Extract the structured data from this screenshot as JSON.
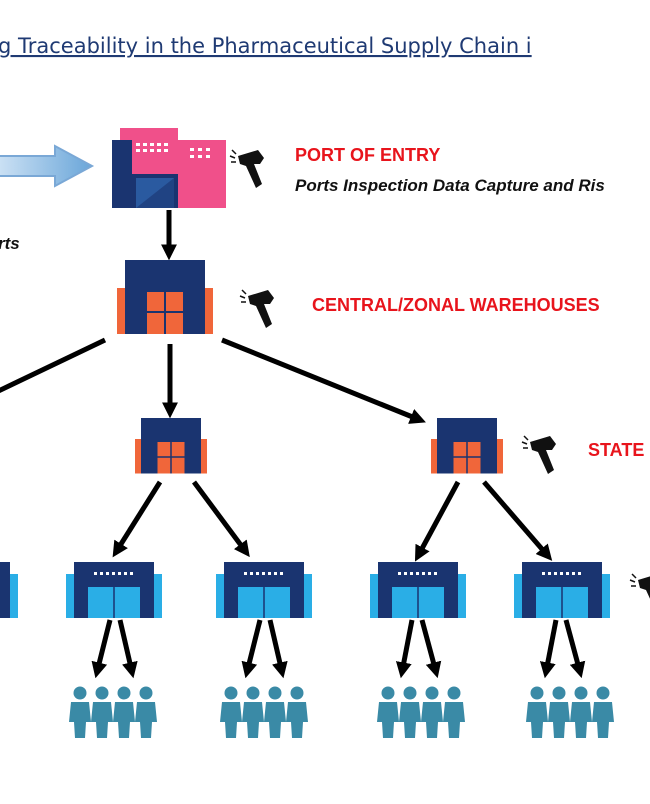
{
  "title": "g Traceability in the Pharmaceutical Supply Chain i",
  "left_fragment": "rts",
  "levels": {
    "port": {
      "label": "PORT OF ENTRY",
      "sublabel": "Ports Inspection Data Capture and Ris"
    },
    "central": {
      "label": "CENTRAL/ZONAL WAREHOUSES"
    },
    "state": {
      "label": "STATE"
    }
  },
  "icons": {
    "port_building": "port-building-icon",
    "warehouse": "warehouse-icon",
    "store": "store-icon",
    "scanner": "barcode-scanner-icon",
    "people": "people-group-icon",
    "import_arrow": "import-arrow"
  },
  "colors": {
    "title": "#1f3a73",
    "label_red": "#e8141c",
    "navy": "#1a3470",
    "orange": "#f0663a",
    "pink": "#f0508a",
    "cyan": "#2aaee6",
    "teal_people": "#3a8aa6"
  }
}
